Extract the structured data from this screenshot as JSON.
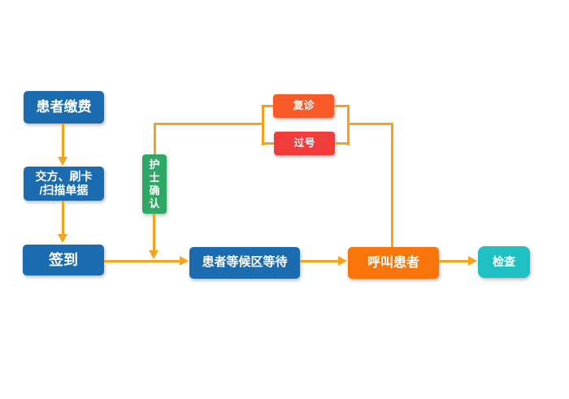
{
  "diagram": {
    "type": "flowchart",
    "topic": "patient-visit-workflow",
    "background_color": "#ffffff",
    "connector_color": "#f7a11f",
    "nodes": {
      "patient_payment": {
        "label": "患者缴费",
        "color": "#1a6bb0",
        "text_color": "#ffffff"
      },
      "pay_method": {
        "label": "交方、刷卡/扫描单据",
        "lines": [
          "交方、刷卡",
          "/扫描单据"
        ],
        "color": "#1a6bb0",
        "text_color": "#ffffff"
      },
      "sign_in": {
        "label": "签到",
        "color": "#1a6bb0",
        "text_color": "#ffffff"
      },
      "waiting_area": {
        "label": "患者等候区等待",
        "color": "#1a6bb0",
        "text_color": "#ffffff"
      },
      "call_patient": {
        "label": "呼叫患者",
        "color": "#f97509",
        "text_color": "#ffffff"
      },
      "examination": {
        "label": "检查",
        "color": "#1fc0c1",
        "text_color": "#ffffff"
      },
      "nurse_confirm": {
        "label": "护士确认",
        "color": "#2fa866",
        "text_color": "#ffffff",
        "orientation": "vertical"
      },
      "revisit": {
        "label": "复诊",
        "color": "#fa5a28",
        "text_color": "#ffffff"
      },
      "missed_number": {
        "label": "过号",
        "color": "#f23b3b",
        "text_color": "#ffffff"
      }
    },
    "edges": [
      {
        "from": "患者缴费",
        "to": "交方、刷卡/扫描单据",
        "arrowhead": true
      },
      {
        "from": "交方、刷卡/扫描单据",
        "to": "签到",
        "arrowhead": true
      },
      {
        "from": "签到",
        "to": "患者等候区等待",
        "arrowhead": true
      },
      {
        "from": "患者等候区等待",
        "to": "呼叫患者",
        "arrowhead": true
      },
      {
        "from": "呼叫患者",
        "to": "检查",
        "arrowhead": true
      },
      {
        "from": "护士确认",
        "to": "患者等候区等待",
        "arrowhead": true
      },
      {
        "from": "复诊",
        "to": "护士确认",
        "arrowhead": false
      },
      {
        "from": "过号",
        "to": "护士确认",
        "arrowhead": false
      },
      {
        "from": "呼叫患者",
        "to": "复诊",
        "arrowhead": false
      },
      {
        "from": "呼叫患者",
        "to": "过号",
        "arrowhead": false
      }
    ]
  }
}
